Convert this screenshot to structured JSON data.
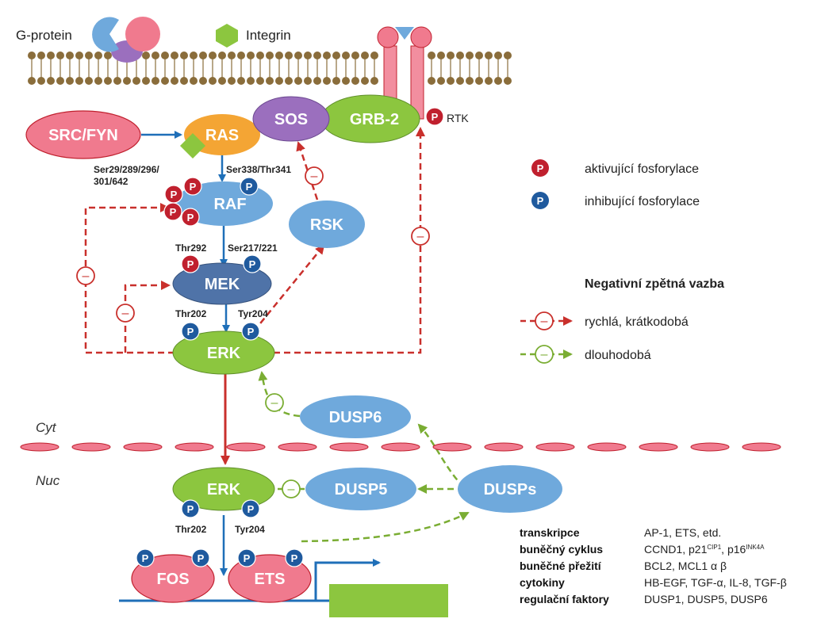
{
  "membrane_labels": {
    "g_protein": "G-protein",
    "integrin": "Integrin",
    "rtk": "RTK"
  },
  "nodes": {
    "src_fyn": "SRC/FYN",
    "ras": "RAS",
    "sos": "SOS",
    "grb2": "GRB-2",
    "raf": "RAF",
    "rsk": "RSK",
    "mek": "MEK",
    "erk_cyt": "ERK",
    "dusp6": "DUSP6",
    "erk_nuc": "ERK",
    "dusp5": "DUSP5",
    "dusps": "DUSPs",
    "fos": "FOS",
    "ets": "ETS"
  },
  "sites": {
    "raf_act_1": "Ser29/289/296/",
    "raf_act_2": "301/642",
    "raf_inh": "Ser338/Thr341",
    "mek_act": "Thr292",
    "mek_inh": "Ser217/221",
    "erk_cyt_1": "Thr202",
    "erk_cyt_2": "Tyr204",
    "erk_nuc_1": "Thr202",
    "erk_nuc_2": "Tyr204"
  },
  "phospho_symbol": "P",
  "minus_symbol": "–",
  "compartments": {
    "cyt": "Cyt",
    "nuc": "Nuc"
  },
  "legend": {
    "activating": "aktivující fosforylace",
    "inhibiting": "inhibující fosforylace",
    "feedback_title": "Negativní zpětná vazba",
    "fast": "rychlá, krátkodobá",
    "slow": "dlouhodobá"
  },
  "targets_table": [
    {
      "category": "transkripce",
      "genes": "AP-1, ETS, etd."
    },
    {
      "category": "buněčný cyklus",
      "genes": "CCND1, p21",
      "sup1": "CIP1",
      "mid": ", p16",
      "sup2": "INK4A"
    },
    {
      "category": "buněčné přežití",
      "genes": "BCL2, MCL1   α β"
    },
    {
      "category": "cytokiny",
      "genes": "HB-EGF, TGF-α, IL-8, TGF-β"
    },
    {
      "category": "regulační faktory",
      "genes": "DUSP1, DUSP5, DUSP6"
    }
  ],
  "colors": {
    "pink": "#f07a8e",
    "orange": "#f4a534",
    "purple": "#9b6fbe",
    "green": "#8cc63f",
    "blue_light": "#6fa9dc",
    "blue_dark": "#4f73a8",
    "phospho_red": "#c0202e",
    "phospho_blue": "#1f5a9e",
    "arrow_blue": "#1f6fb8",
    "arrow_red": "#c9302c",
    "arrow_green": "#7aad33",
    "membrane": "#8a6d3b"
  }
}
